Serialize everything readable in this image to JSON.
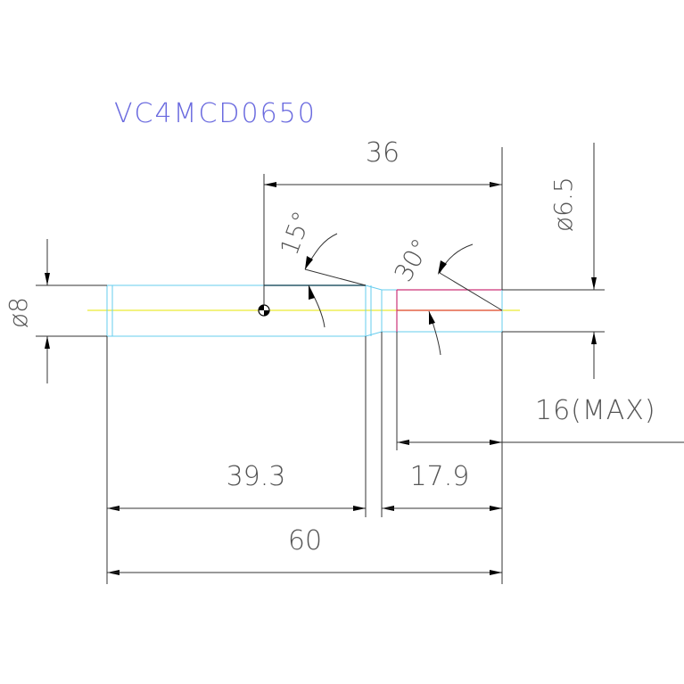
{
  "drawing": {
    "part_number": "VC4MCD0650",
    "dimensions": {
      "top_length": "36",
      "angle_15": "15°",
      "angle_30": "30°",
      "tip_diameter": "ø6.5",
      "shank_diameter": "ø8",
      "max_length": "16(MAX)",
      "length_39_3": "39.3",
      "length_17_9": "17.9",
      "overall_length": "60"
    },
    "colors": {
      "shank_outline": "#66ccee",
      "center_line": "#e6e600",
      "tip_top_edge": "#cc3377",
      "tip_center": "#dd4422",
      "dimension_lines": "#333333",
      "title": "#6a6adf"
    }
  }
}
